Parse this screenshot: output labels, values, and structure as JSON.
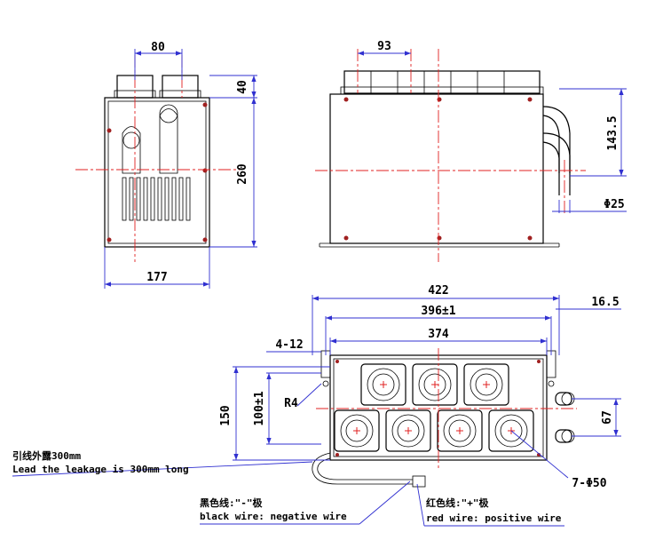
{
  "views": {
    "left": {
      "dims": {
        "outlet_spacing": "80",
        "outlet_height": "40",
        "body_height": "260",
        "body_width": "177"
      }
    },
    "front": {
      "dims": {
        "outlet_pitch": "93",
        "pipe_height": "143.5",
        "pipe_diameter": "Φ25"
      }
    },
    "top": {
      "dims": {
        "overall_length": "422",
        "mount_span": "396±1",
        "body_length": "374",
        "offset": "16.5",
        "slot": "4-12",
        "radius": "R4",
        "width": "150",
        "mount_width": "100±1",
        "pipe_pitch": "67",
        "fan_holes": "7-Φ50"
      }
    }
  },
  "notes": {
    "lead_cn": "引线外露300mm",
    "lead_en": "Lead the leakage is 300mm long",
    "black_cn": "黑色线:\"-\"极",
    "black_en": "black wire: negative wire",
    "red_cn": "红色线:\"+\"极",
    "red_en": "red wire: positive wire"
  },
  "colors": {
    "outline": "#000000",
    "dimension": "#3030d0",
    "centerline": "#e02020"
  }
}
